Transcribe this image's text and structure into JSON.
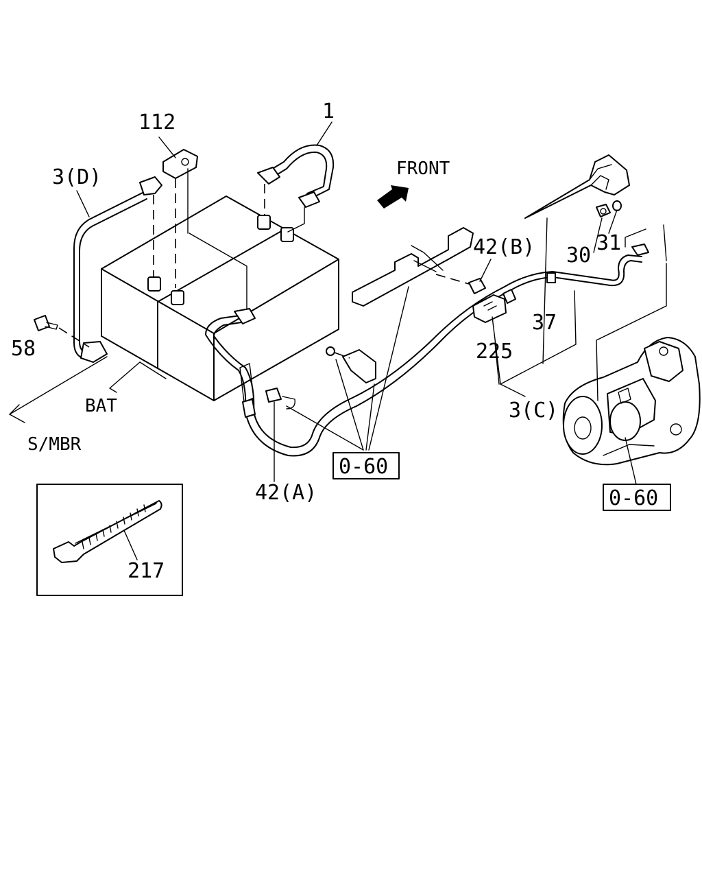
{
  "labels": {
    "p1": "1",
    "p112": "112",
    "p3d": "3(D)",
    "front": "FRONT",
    "p42b": "42(B)",
    "p30": "30",
    "p31": "31",
    "p58": "58",
    "p37": "37",
    "p225": "225",
    "bat": "BAT",
    "p3c": "3(C)",
    "smbr": "S/MBR",
    "ref1": "0-60",
    "p42a": "42(A)",
    "ref2": "0-60",
    "p217": "217"
  }
}
